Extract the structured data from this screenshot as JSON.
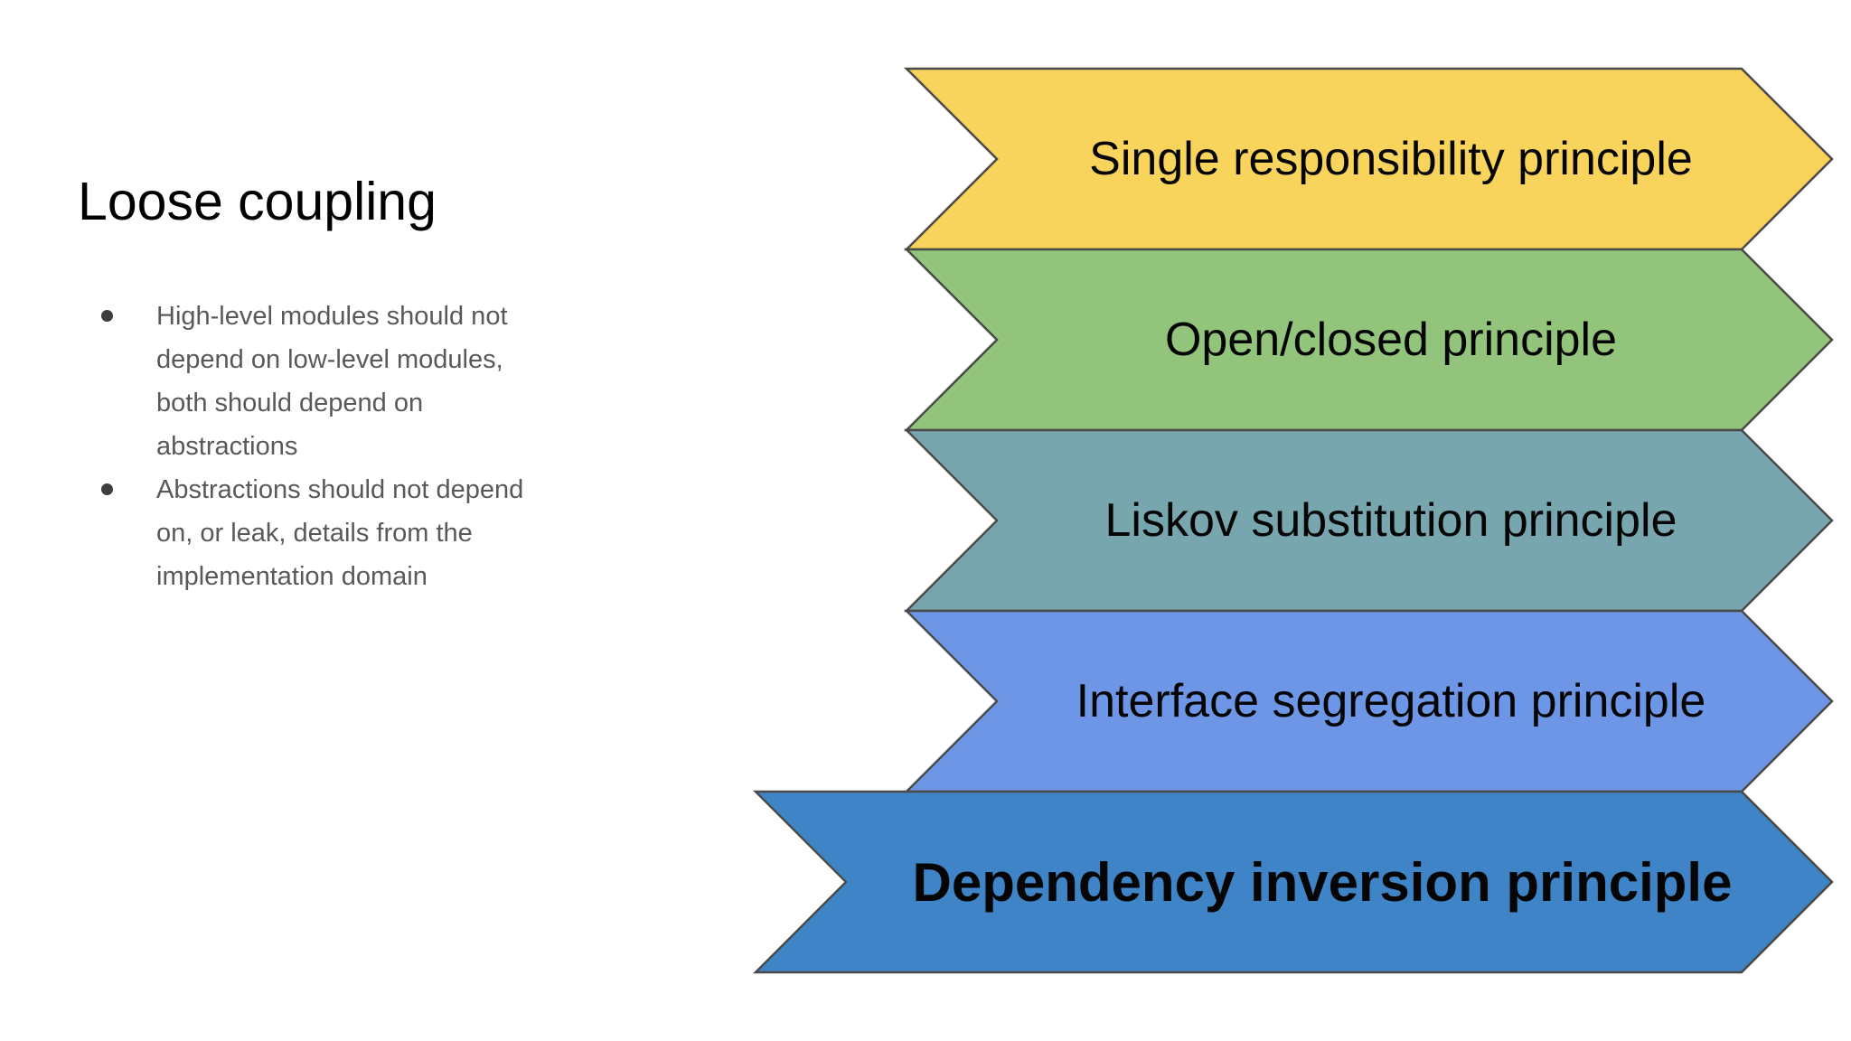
{
  "slide": {
    "title": "Loose coupling",
    "title_color": "#000000",
    "bullet_color": "#595959",
    "bullets": [
      "High-level modules should not depend on low-level modules, both should depend on abstractions",
      "Abstractions should not depend on, or leak, details from the implementation domain"
    ]
  },
  "diagram": {
    "shape_type": "chevron-arrow-stack",
    "outline_color": "#4a4a4a",
    "label_color": "#000000",
    "arrows": [
      {
        "label": "Single responsibility principle",
        "fill": "#f8d45c",
        "bold": false
      },
      {
        "label": "Open/closed principle",
        "fill": "#92c47c",
        "bold": false
      },
      {
        "label": "Liskov substitution principle",
        "fill": "#78a6ae",
        "bold": false
      },
      {
        "label": "Interface segregation principle",
        "fill": "#6d97e6",
        "bold": false
      },
      {
        "label": "Dependency inversion principle",
        "fill": "#3e84c6",
        "bold": true
      }
    ]
  }
}
